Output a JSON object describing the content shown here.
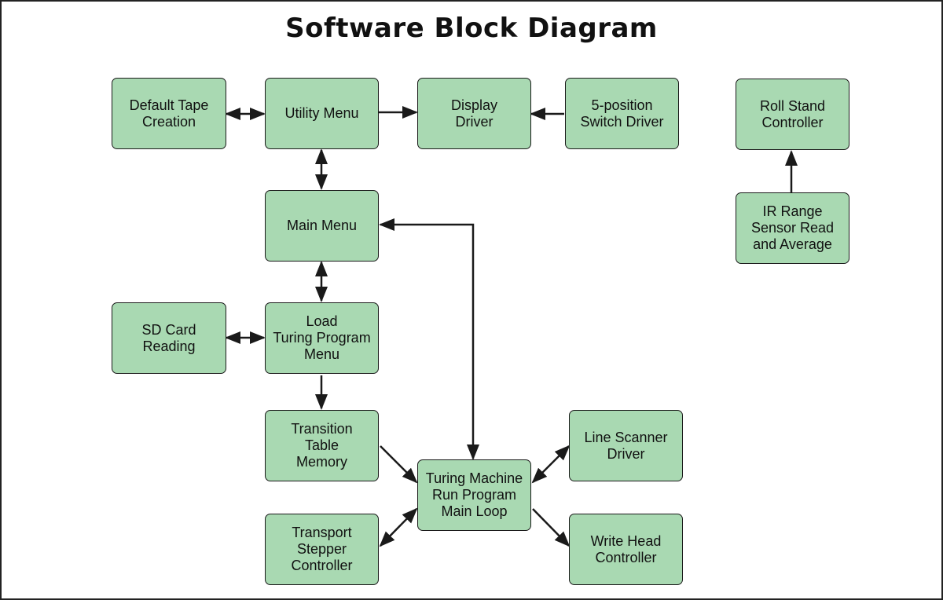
{
  "title": "Software Block Diagram",
  "colors": {
    "box_fill": "#a9d9b2",
    "box_border": "#1a1a1a",
    "arrow": "#1a1a1a"
  },
  "blocks": {
    "default_tape_creation": "Default Tape\nCreation",
    "utility_menu": "Utility Menu",
    "display_driver": "Display\nDriver",
    "switch_driver": "5-position\nSwitch Driver",
    "roll_stand_controller": "Roll Stand\nController",
    "ir_range_sensor": "IR Range\nSensor Read\nand Average",
    "main_menu": "Main Menu",
    "sd_card_reading": "SD Card\nReading",
    "load_turing_program_menu": "Load\nTuring Program\nMenu",
    "transition_table_memory": "Transition\nTable\nMemory",
    "turing_machine_main_loop": "Turing Machine\nRun Program\nMain Loop",
    "line_scanner_driver": "Line Scanner\nDriver",
    "transport_stepper_controller": "Transport\nStepper\nController",
    "write_head_controller": "Write Head\nController"
  }
}
